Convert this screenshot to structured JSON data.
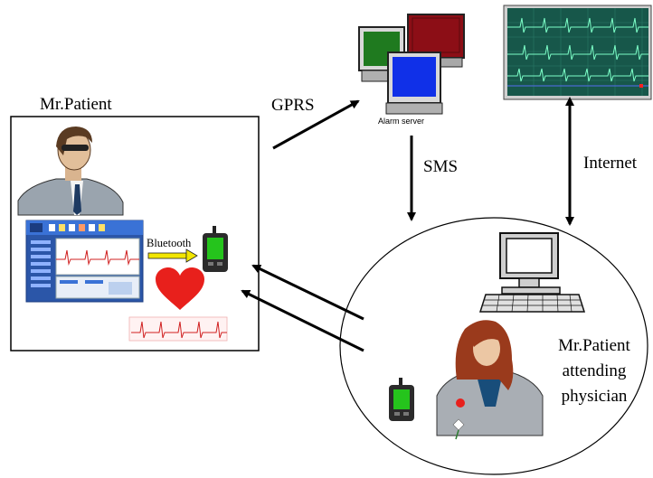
{
  "patient_box": {
    "title": "Mr.Patient"
  },
  "bluetooth_label": "Bluetooth",
  "gprs_label": "GPRS",
  "alarm_server_label": "Alarm server",
  "sms_label": "SMS",
  "internet_label": "Internet",
  "physician_label": {
    "line1": "Mr.Patient",
    "line2": "attending",
    "line3": "physician"
  },
  "icons": [
    "patient-avatar-icon",
    "ecg-monitor-screenshot",
    "pda-icon",
    "heart-icon",
    "ecg-strip-icon",
    "alarm-server-computers-icon",
    "ecg-display-icon",
    "desktop-computer-icon",
    "physician-avatar-icon"
  ],
  "colors": {
    "heart": "#e8201c",
    "pda_screen": "#25c41c",
    "ecg_display_bg": "#17574a",
    "server_red": "#8c0e16",
    "server_green": "#1f7a1f",
    "server_blue": "#1030e8",
    "bluetooth_arrow": "#f2e600"
  }
}
